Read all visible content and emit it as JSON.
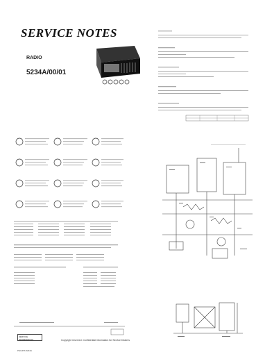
{
  "document": {
    "title": "SERVICE NOTES",
    "category": "RADIO",
    "model": "5234A/00/01",
    "footer_code": "PHILIPS 5234A",
    "copyright": "Copyright reserved. Confidential information for Service Dealers",
    "footer_box": "SERVICE INFORMATION"
  }
}
